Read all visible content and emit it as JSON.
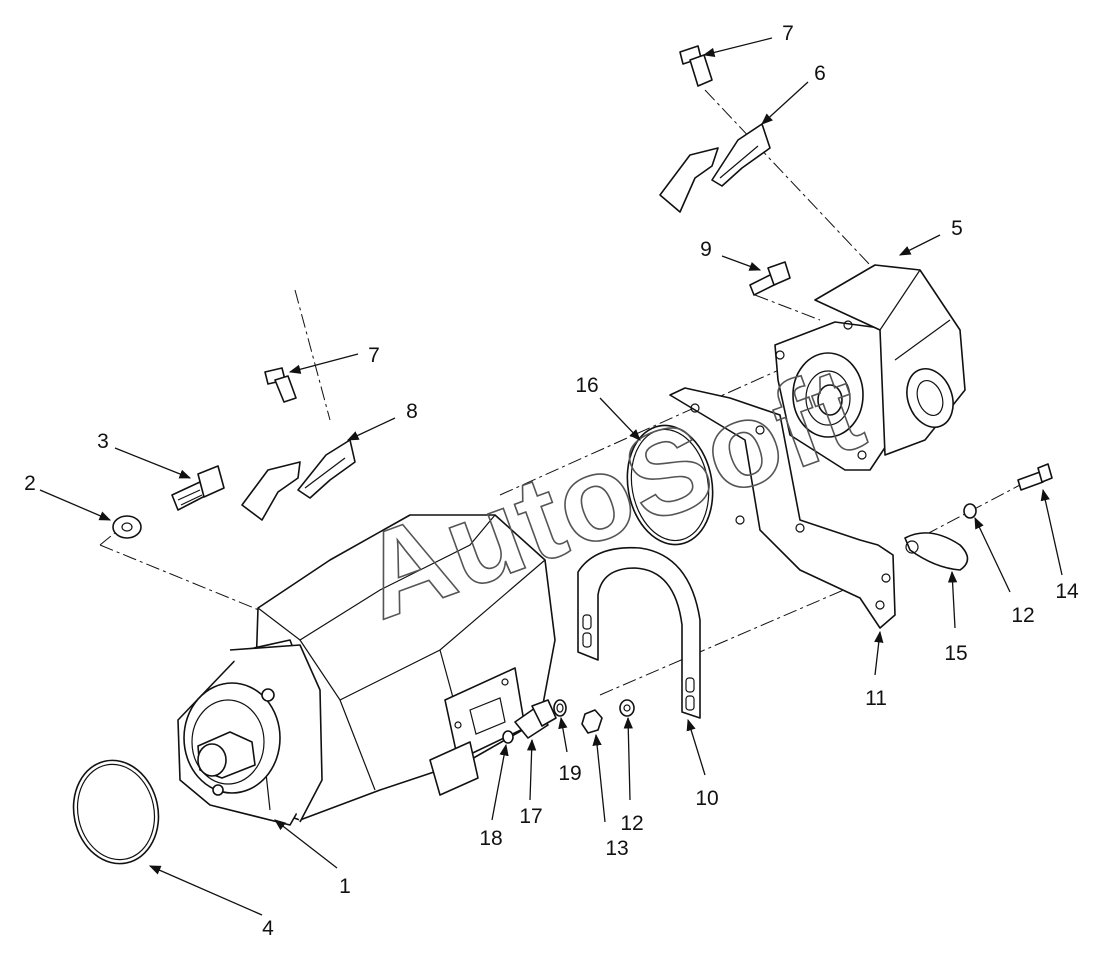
{
  "watermark": "AutoSoft",
  "callouts": [
    {
      "id": "c1",
      "label": "1"
    },
    {
      "id": "c2",
      "label": "2"
    },
    {
      "id": "c3",
      "label": "3"
    },
    {
      "id": "c4",
      "label": "4"
    },
    {
      "id": "c5",
      "label": "5"
    },
    {
      "id": "c6",
      "label": "6"
    },
    {
      "id": "c7a",
      "label": "7"
    },
    {
      "id": "c7b",
      "label": "7"
    },
    {
      "id": "c8",
      "label": "8"
    },
    {
      "id": "c9",
      "label": "9"
    },
    {
      "id": "c10",
      "label": "10"
    },
    {
      "id": "c11",
      "label": "11"
    },
    {
      "id": "c12a",
      "label": "12"
    },
    {
      "id": "c12b",
      "label": "12"
    },
    {
      "id": "c13",
      "label": "13"
    },
    {
      "id": "c14",
      "label": "14"
    },
    {
      "id": "c15",
      "label": "15"
    },
    {
      "id": "c16",
      "label": "16"
    },
    {
      "id": "c17",
      "label": "17"
    },
    {
      "id": "c18",
      "label": "18"
    },
    {
      "id": "c19",
      "label": "19"
    }
  ]
}
